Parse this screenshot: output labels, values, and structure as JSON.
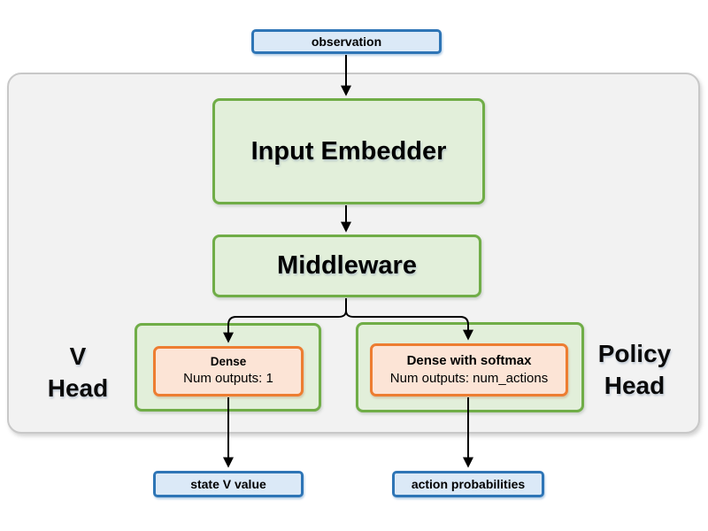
{
  "nodes": {
    "observation": {
      "label": "observation"
    },
    "input_embedder": {
      "label": "Input Embedder"
    },
    "middleware": {
      "label": "Middleware"
    },
    "v_head": {
      "line1": "V",
      "line2": "Head"
    },
    "policy_head": {
      "line1": "Policy",
      "line2": "Head"
    },
    "v_dense": {
      "title": "Dense",
      "subtitle": "Num outputs: 1"
    },
    "policy_dense": {
      "title": "Dense with softmax",
      "subtitle": "Num outputs: num_actions"
    },
    "state_v_value": {
      "label": "state V value"
    },
    "action_probabilities": {
      "label": "action probabilities"
    }
  },
  "colors": {
    "io_fill": "#dbe9f7",
    "io_border": "#2e75b6",
    "block_fill": "#e2efda",
    "block_border": "#70ad47",
    "dense_fill": "#fce4d6",
    "dense_border": "#ed7d31",
    "container_fill": "#f2f2f2",
    "container_border": "#c8c8c8",
    "arrow": "#000000"
  }
}
